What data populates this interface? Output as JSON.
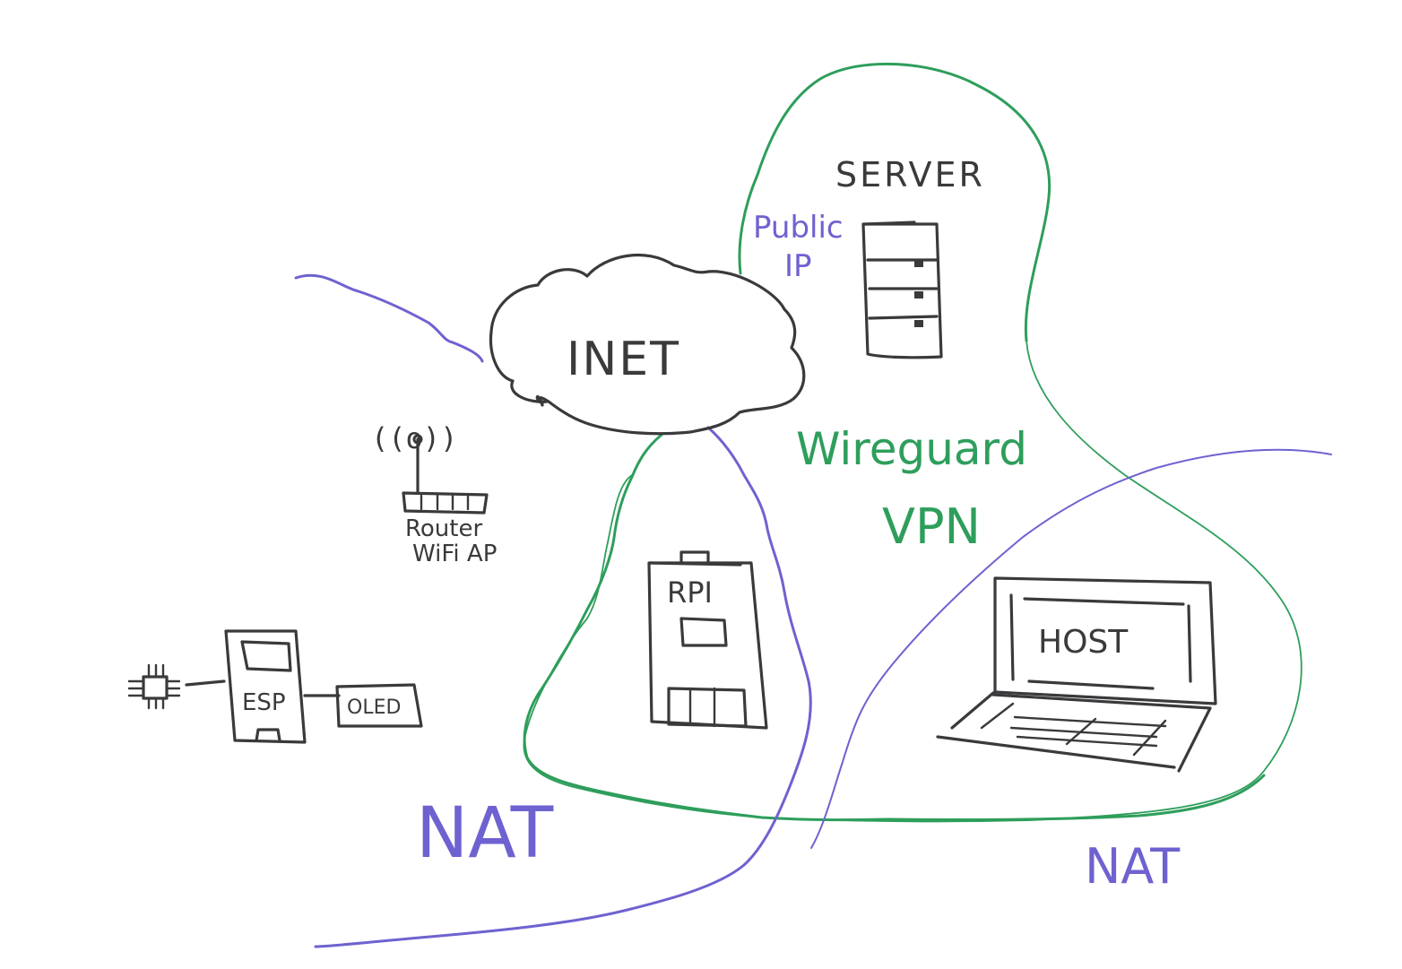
{
  "colors": {
    "ink": "#3a3a3c",
    "vpn": "#2e9e5b",
    "nat": "#6e62d0",
    "background": "#ffffff"
  },
  "labels": {
    "server": "SERVER",
    "public_ip_line1": "Public",
    "public_ip_line2": "IP",
    "inet": "INET",
    "wireguard_line1": "Wireguard",
    "wireguard_line2": "VPN",
    "router_signal": "((o))",
    "router_line1": "Router",
    "router_line2": "WiFi AP",
    "rpi": "RPI",
    "esp": "ESP",
    "oled": "OLED",
    "host": "HOST",
    "nat_left": "NAT",
    "nat_right": "NAT"
  }
}
